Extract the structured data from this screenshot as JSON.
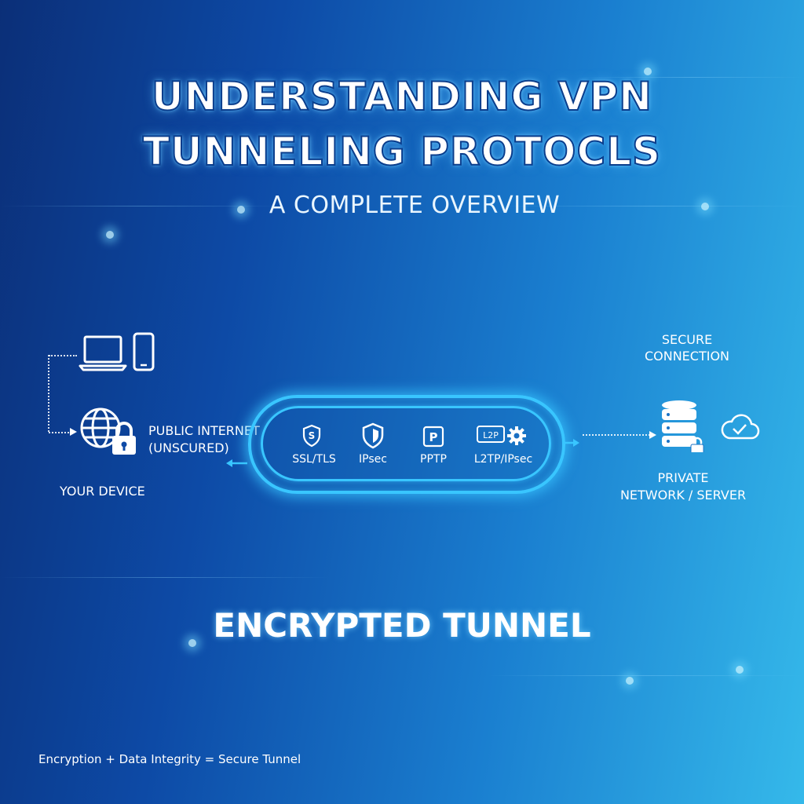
{
  "header": {
    "title_line1": "UNDERSTANDING VPN",
    "title_line2": "TUNNELING PROTOCLS",
    "subtitle": "A COMPLETE OVERVIEW"
  },
  "client": {
    "public_internet_line1": "PUBLIC INTERNET",
    "public_internet_line2": "(UNSCURED)",
    "device_label": "YOUR DEVICE",
    "icons": [
      "laptop-icon",
      "phone-icon",
      "globe-icon",
      "padlock-icon"
    ]
  },
  "tunnel": {
    "protocols": [
      {
        "icon": "shield-s-icon",
        "label": "SSL/TLS"
      },
      {
        "icon": "shield-icon",
        "label": "IPsec"
      },
      {
        "icon": "p-box-icon",
        "label": "PPTP"
      },
      {
        "icon": "l2p-gear-icon",
        "label": "L2TP/IPsec"
      }
    ],
    "banner": "ENCRYPTED TUNNEL"
  },
  "server": {
    "secure_line1": "SECURE",
    "secure_line2": "CONNECTION",
    "private_line1": "PRIVATE",
    "private_line2": "NETWORK / SERVER",
    "icons": [
      "database-icon",
      "cloud-check-icon"
    ]
  },
  "footer": "Encryption + Data Integrity = Secure Tunnel",
  "colors": {
    "accent": "#39c6ff",
    "bg_left": "#0b2f78",
    "bg_right": "#35b9ea"
  }
}
